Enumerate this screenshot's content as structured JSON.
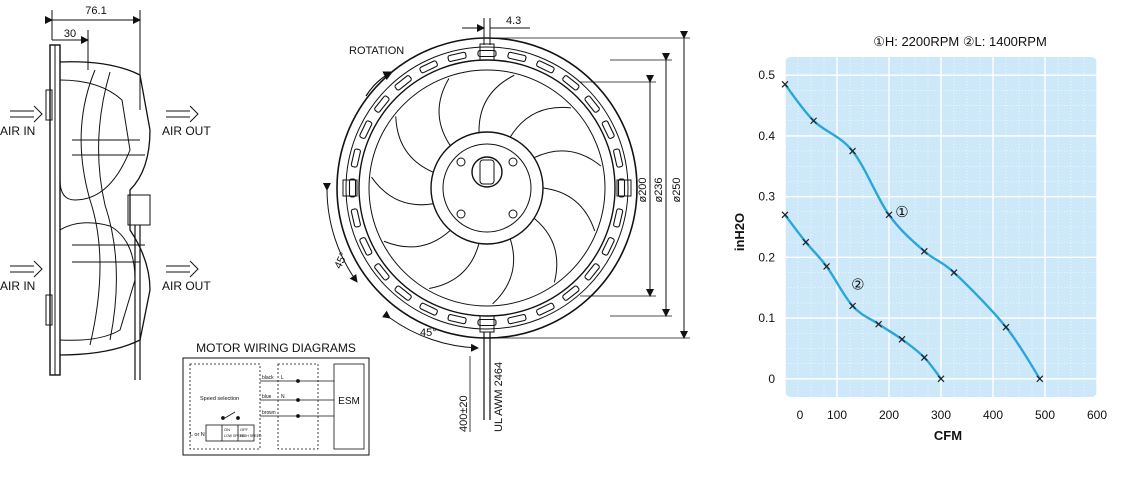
{
  "side_view": {
    "dim_total": "76.1",
    "dim_hub": "30",
    "air_in": "AIR IN",
    "air_out": "AIR OUT"
  },
  "front_view": {
    "rotation": "ROTATION",
    "dim_slot": "4.3",
    "dim_d200": "ø200",
    "dim_d236": "ø236",
    "dim_d250": "ø250",
    "angle_left": "45°",
    "angle_bottom": "45°",
    "lead_length": "400±20",
    "wire_spec": "UL AWM 2464"
  },
  "wiring": {
    "title": "MOTOR WIRING DIAGRAMS",
    "speed_selection": "Speed selection",
    "l_or_n": "L or N",
    "on": "ON",
    "low_speed": "LOW SPEED",
    "off": "OFF",
    "high_speed": "HIGH SPEED",
    "wire_black": "black",
    "wire_blue": "blue",
    "wire_brown": "brown",
    "term_l": "L",
    "term_n": "N",
    "module": "ESM"
  },
  "chart_data": {
    "type": "line",
    "title": "①H: 2200RPM ②L: 1400RPM",
    "xlabel": "CFM",
    "ylabel": "inH2O",
    "xlim": [
      0,
      600
    ],
    "ylim": [
      -0.03,
      0.53
    ],
    "xticks": [
      0,
      100,
      200,
      300,
      400,
      500,
      600
    ],
    "yticks": [
      0,
      0.1,
      0.2,
      0.3,
      0.4,
      0.5
    ],
    "grid": true,
    "plot_background": "#cde8f8",
    "line_color": "#2aa6dd",
    "series": [
      {
        "name": "①",
        "label_at": [
          225,
          0.275
        ],
        "x": [
          0,
          55,
          130,
          200,
          268,
          325,
          425,
          490
        ],
        "y": [
          0.485,
          0.425,
          0.375,
          0.27,
          0.21,
          0.175,
          0.085,
          0
        ]
      },
      {
        "name": "②",
        "label_at": [
          140,
          0.155
        ],
        "x": [
          0,
          40,
          80,
          130,
          180,
          225,
          268,
          300
        ],
        "y": [
          0.27,
          0.225,
          0.185,
          0.12,
          0.09,
          0.065,
          0.035,
          0
        ]
      }
    ]
  }
}
